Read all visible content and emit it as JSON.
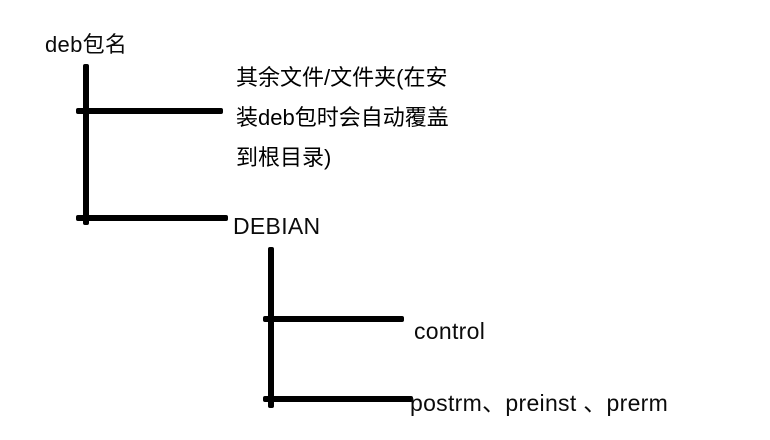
{
  "diagram": {
    "background": "#ffffff",
    "line_color": "#000000",
    "root": {
      "label": "deb包名"
    },
    "children": [
      {
        "name": "other-files-note",
        "label_lines": [
          "其余文件/文件夹(在安",
          "装deb包时会自动覆盖",
          "到根目录)"
        ]
      },
      {
        "name": "debian-folder",
        "label": "DEBIAN",
        "children": [
          {
            "name": "control-file",
            "label": "control"
          },
          {
            "name": "maintainer-scripts",
            "label": "postrm、preinst 、prerm"
          }
        ]
      }
    ]
  }
}
